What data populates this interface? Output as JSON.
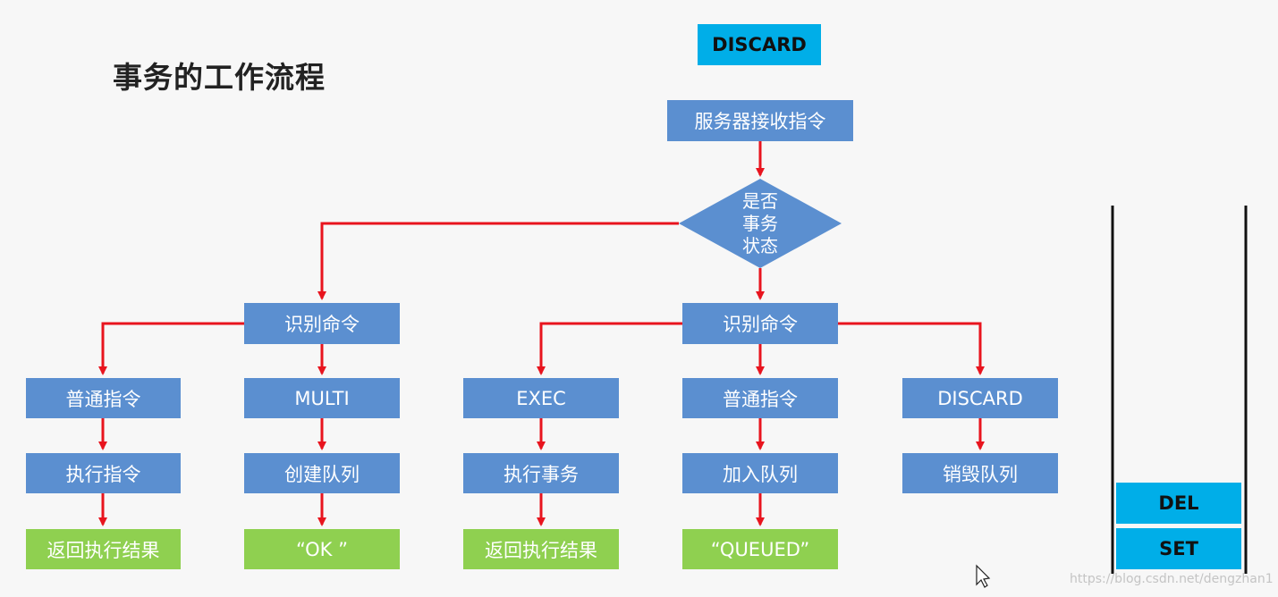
{
  "title": "事务的工作流程",
  "flow": {
    "discard_top": "DISCARD",
    "server_receive": "服务器接收指令",
    "decision": [
      "是否",
      "事务",
      "状态"
    ],
    "left": {
      "identify": "识别命令",
      "normal": {
        "cmd": "普通指令",
        "action": "执行指令",
        "result": "返回执行结果"
      },
      "multi": {
        "cmd": "MULTI",
        "action": "创建队列",
        "result": "“OK ”"
      }
    },
    "right": {
      "identify": "识别命令",
      "exec": {
        "cmd": "EXEC",
        "action": "执行事务",
        "result": "返回执行结果"
      },
      "normal": {
        "cmd": "普通指令",
        "action": "加入队列",
        "result": "“QUEUED”"
      },
      "discard": {
        "cmd": "DISCARD",
        "action": "销毁队列"
      }
    }
  },
  "queue_stack": [
    "DEL",
    "SET"
  ],
  "watermark": "https://blog.csdn.net/dengzhan1",
  "colors": {
    "process": "#5b8fd0",
    "result": "#8fd050",
    "command": "#00aee8",
    "arrow": "#e8141e"
  }
}
